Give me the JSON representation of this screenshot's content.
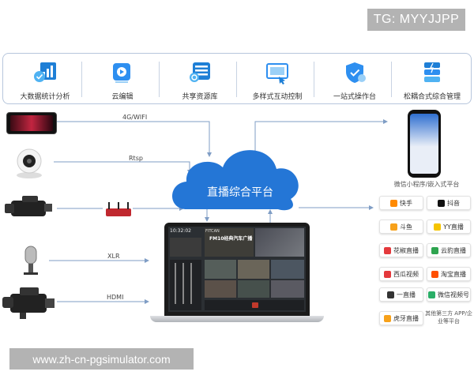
{
  "badge_tg": "TG: MYYJJPP",
  "watermark": "www.zh-cn-pgsimulator.com",
  "features": [
    {
      "label": "大数据统计分析",
      "icon": "chart-check-icon"
    },
    {
      "label": "云编辑",
      "icon": "play-cloud-icon"
    },
    {
      "label": "共享资源库",
      "icon": "search-database-icon"
    },
    {
      "label": "多样式互动控制",
      "icon": "monitor-control-icon"
    },
    {
      "label": "一站式操作台",
      "icon": "shield-check-icon"
    },
    {
      "label": "松耦合式综合管理",
      "icon": "stack-management-icon"
    }
  ],
  "cloud_label": "直播综合平台",
  "edges": {
    "wifi": "4G/WIFI",
    "rtsp": "Rtsp",
    "xlr": "XLR",
    "hdmi": "HDMI"
  },
  "mobile_caption": "微信小程序/嵌入式平台",
  "screen": {
    "time": "10:32:02",
    "brand": "FITCAN",
    "title": "FM10经典汽车广播"
  },
  "platforms": [
    {
      "label": "快手",
      "color": "#ff8a00"
    },
    {
      "label": "抖音",
      "color": "#111111"
    },
    {
      "label": "斗鱼",
      "color": "#f7a11a"
    },
    {
      "label": "YY直播",
      "color": "#f5c400"
    },
    {
      "label": "花椒直播",
      "color": "#e4393c"
    },
    {
      "label": "云豹直播",
      "color": "#2ea44f"
    },
    {
      "label": "西瓜视频",
      "color": "#e4393c"
    },
    {
      "label": "淘宝直播",
      "color": "#ff5000"
    },
    {
      "label": "一直播",
      "color": "#333333"
    },
    {
      "label": "微信视频号",
      "color": "#2aae67"
    },
    {
      "label": "虎牙直播",
      "color": "#f7a11a"
    }
  ],
  "platform_caption": "其他第三方 APP/企业等平台"
}
